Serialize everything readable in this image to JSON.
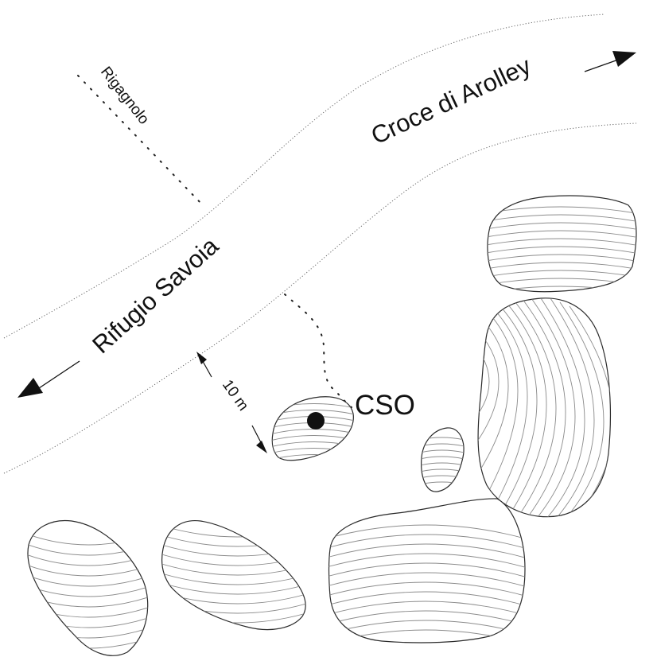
{
  "labels": {
    "croce": "Croce di Arolley",
    "savoia": "Rifugio Savoia",
    "stream": "Rigagnolo",
    "distance": "10 m",
    "station": "CSO"
  },
  "colors": {
    "ink": "#111111",
    "road_edge": "#666666",
    "boulder_hatch": "#8c8c8c",
    "background": "#ffffff"
  },
  "icons": {
    "station_marker": "filled-circle",
    "direction_arrows": "arrow",
    "boulders": "hatched-rock"
  }
}
